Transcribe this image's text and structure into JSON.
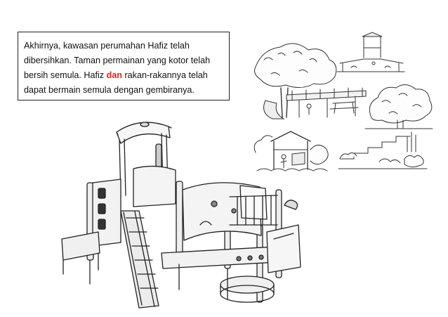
{
  "passage": {
    "before": "Akhirnya, kawasan perumahan Hafiz telah dibersihkan. Taman permainan yang kotor telah bersih semula. Hafiz ",
    "highlight": "dan",
    "after": " rakan-rakannya telah dapat bermain semula dengan gembiranya.",
    "highlight_color": "#e0261b"
  },
  "illustrations": [
    {
      "icon": "playground-structure-icon"
    },
    {
      "icon": "treehouse-slide-icon"
    },
    {
      "icon": "playhouse-deck-icon"
    },
    {
      "icon": "tree-bush-icon"
    },
    {
      "icon": "gazebo-icon"
    },
    {
      "icon": "terraced-garden-icon"
    },
    {
      "icon": "sheet-page-icon"
    }
  ]
}
